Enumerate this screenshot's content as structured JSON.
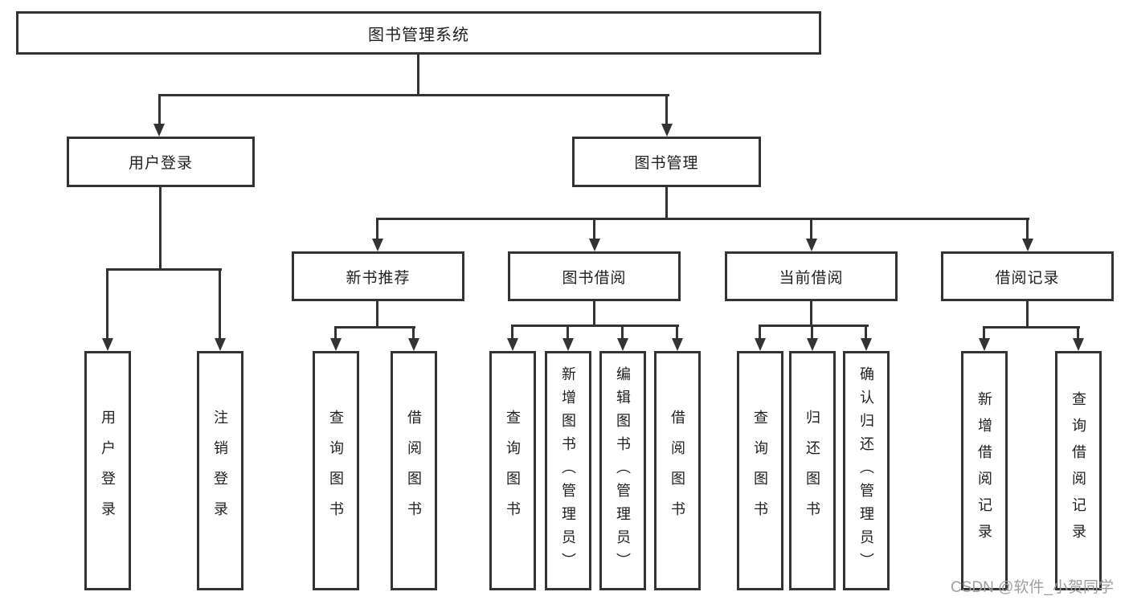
{
  "diagram": {
    "root": {
      "label": "图书管理系统"
    },
    "branches": [
      {
        "label": "用户登录",
        "children": [
          {
            "label": "用户登录"
          },
          {
            "label": "注销登录"
          }
        ]
      },
      {
        "label": "图书管理",
        "children": [
          {
            "label": "新书推荐",
            "children": [
              {
                "label": "查询图书"
              },
              {
                "label": "借阅图书"
              }
            ]
          },
          {
            "label": "图书借阅",
            "children": [
              {
                "label": "查询图书"
              },
              {
                "label": "新增图书（管理员）"
              },
              {
                "label": "编辑图书（管理员）"
              },
              {
                "label": "借阅图书"
              }
            ]
          },
          {
            "label": "当前借阅",
            "children": [
              {
                "label": "查询图书"
              },
              {
                "label": "归还图书"
              },
              {
                "label": "确认归还（管理员）"
              }
            ]
          },
          {
            "label": "借阅记录",
            "children": [
              {
                "label": "新增借阅记录"
              },
              {
                "label": "查询借阅记录"
              }
            ]
          }
        ]
      }
    ],
    "watermark": "CSDN @软件_小贺同学",
    "colors": {
      "line": "#333333",
      "text": "#1f1f1f",
      "watermark": "#9e9e9e",
      "background": "#ffffff"
    }
  }
}
